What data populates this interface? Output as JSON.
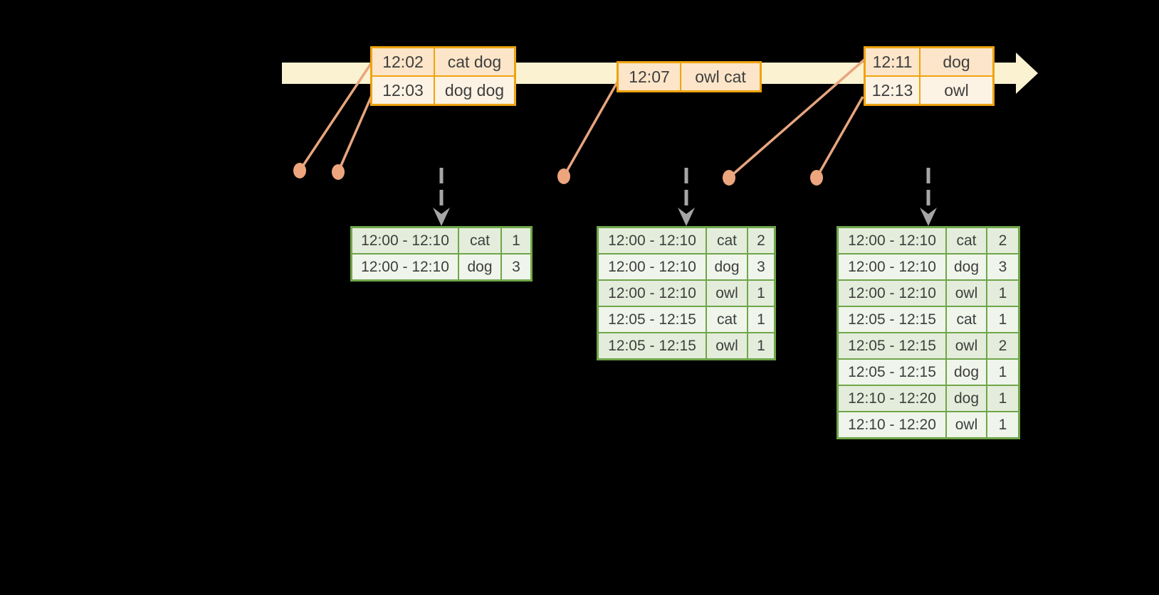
{
  "diagram": {
    "kind": "streaming-windowed-aggregation-timeline",
    "colors": {
      "background": "#000000",
      "timeline_fill": "#FBF2D1",
      "event_table_border": "#EFA30F",
      "event_row_dark": "#FCE5C8",
      "event_row_light": "#FDF3E4",
      "result_table_border": "#6FA64A",
      "result_row_dark": "#E4EDDB",
      "result_row_light": "#F0F5EB",
      "connector_salmon": "#E8A57E",
      "dot_salmon": "#EDA57E",
      "trigger_arrow_gray": "#A6A6A6",
      "cell_text": "#3E3E3E"
    },
    "icons": [
      {
        "name": "timeline-arrowhead-icon",
        "shape": "right-pointing block arrow"
      },
      {
        "name": "event-dot-icon",
        "shape": "filled salmon circle on timeline"
      },
      {
        "name": "trigger-arrow-icon",
        "shape": "gray dashed downward arrow"
      }
    ]
  },
  "event_tables": [
    {
      "rows": [
        {
          "time": "12:02",
          "words": "cat dog"
        },
        {
          "time": "12:03",
          "words": "dog dog"
        }
      ]
    },
    {
      "rows": [
        {
          "time": "12:07",
          "words": "owl cat"
        }
      ]
    },
    {
      "rows": [
        {
          "time": "12:11",
          "words": "dog"
        },
        {
          "time": "12:13",
          "words": "owl"
        }
      ]
    }
  ],
  "result_tables": [
    {
      "rows": [
        {
          "window": "12:00 - 12:10",
          "word": "cat",
          "count": "1"
        },
        {
          "window": "12:00 - 12:10",
          "word": "dog",
          "count": "3"
        }
      ]
    },
    {
      "rows": [
        {
          "window": "12:00 - 12:10",
          "word": "cat",
          "count": "2"
        },
        {
          "window": "12:00 - 12:10",
          "word": "dog",
          "count": "3"
        },
        {
          "window": "12:00 - 12:10",
          "word": "owl",
          "count": "1"
        },
        {
          "window": "12:05 - 12:15",
          "word": "cat",
          "count": "1"
        },
        {
          "window": "12:05 - 12:15",
          "word": "owl",
          "count": "1"
        }
      ]
    },
    {
      "rows": [
        {
          "window": "12:00 - 12:10",
          "word": "cat",
          "count": "2"
        },
        {
          "window": "12:00 - 12:10",
          "word": "dog",
          "count": "3"
        },
        {
          "window": "12:00 - 12:10",
          "word": "owl",
          "count": "1"
        },
        {
          "window": "12:05 - 12:15",
          "word": "cat",
          "count": "1"
        },
        {
          "window": "12:05 - 12:15",
          "word": "owl",
          "count": "2"
        },
        {
          "window": "12:05 - 12:15",
          "word": "dog",
          "count": "1"
        },
        {
          "window": "12:10 - 12:20",
          "word": "dog",
          "count": "1"
        },
        {
          "window": "12:10 - 12:20",
          "word": "owl",
          "count": "1"
        }
      ]
    }
  ]
}
